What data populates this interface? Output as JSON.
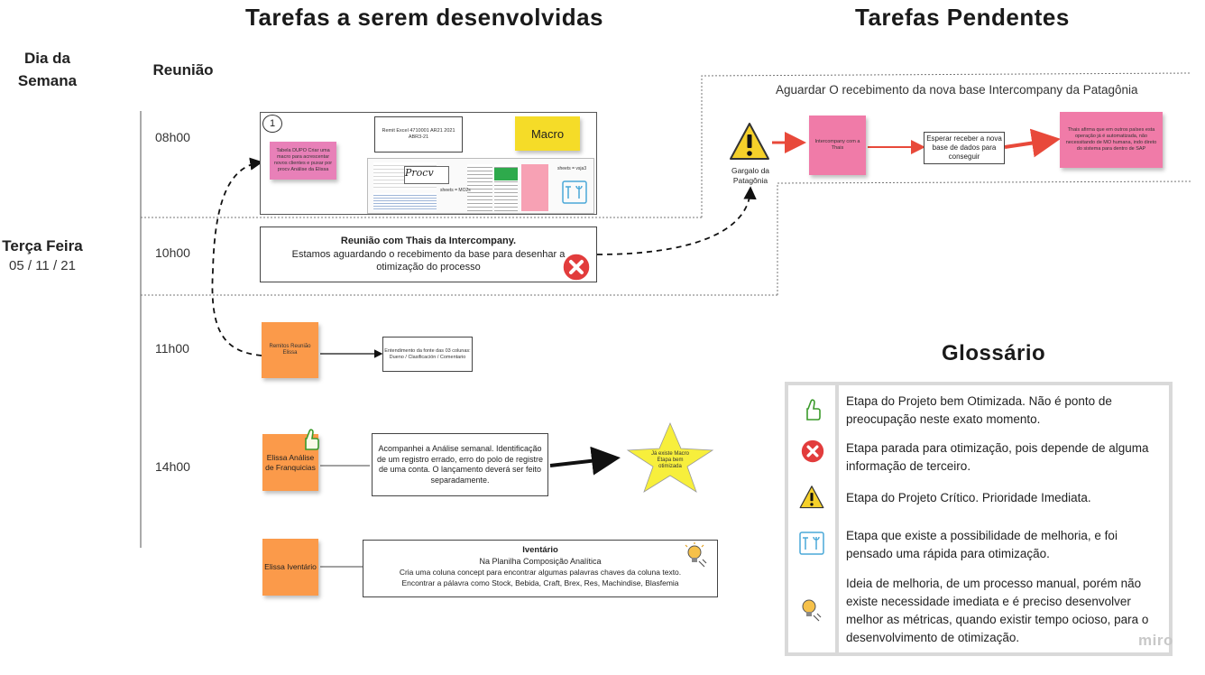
{
  "headers": {
    "main_title": "Tarefas a serem desenvolvidas",
    "pending_title": "Tarefas Pendentes",
    "day_of_week": "Dia da Semana",
    "meeting": "Reunião",
    "day": "Terça Feira",
    "date": "05 / 11 / 21"
  },
  "times": [
    "08h00",
    "10h00",
    "11h00",
    "14h00"
  ],
  "slot_0800": {
    "number": "1",
    "pink_note": "Tabela DUPO Criar uma macro para acrescentar novos clientes e puxar por procv Análise da Elissa",
    "remit_box": "Remit Excel 4710001 AR21 2021 ABR3-21",
    "macro_note": "Macro",
    "thumb_label_1": "sheets = vsja3",
    "thumb_label_2": "sheets = MO2s"
  },
  "slot_1000": {
    "title": "Reunião com Thais da Intercompany.",
    "body": "Estamos aguardando o recebimento da base para desenhar a otimização do processo"
  },
  "slot_1100": {
    "note": "Remitos Reunião Elissa",
    "box": "Entendimento da fonte das 03 colunas: Dueno / Clasificación / Comentario"
  },
  "slot_1400": {
    "note": "Elissa Análise de Franquicias",
    "box": "Acompanhei a Análise semanal. Identificação de um registro errado, erro do polo de registre de uma conta. O lançamento deverá ser feito separadamente.",
    "star": "Já existe Macro Etapa bem otimizada"
  },
  "slot_last": {
    "note": "Elissa Iventário",
    "title": "Iventário",
    "line1": "Na Planilha Composição Analítica",
    "line2": "Cria uma coluna concept para encontrar algumas palavras chaves da coluna texto.",
    "line3": "Encontrar a pálavra como Stock, Bebida, Craft, Brex, Res, Machindise, Blasfemia"
  },
  "pending": {
    "header": "Aguardar O recebimento da nova base Intercompany da Patagônia",
    "warning_label": "Gargalo da Patagônia",
    "note1": "Intercompany com a Thais",
    "box": "Esperar receber a nova base de dados para conseguir",
    "note2": "Thais afirma que em outros países esta operação já é automatizada, não necessitando de MO humana, indo direto do sistema para dentro de SAP"
  },
  "glossary": {
    "title": "Glossário",
    "items": [
      {
        "icon": "thumbs-up-icon",
        "text": "Etapa do Projeto bem Otimizada.  Não é ponto de preocupação neste exato momento."
      },
      {
        "icon": "error-icon",
        "text": "Etapa parada para otimização, pois depende de alguma informação de terceiro."
      },
      {
        "icon": "warning-icon",
        "text": "Etapa do Projeto Crítico. Prioridade Imediata."
      },
      {
        "icon": "tools-icon",
        "text": "Etapa que existe a possibilidade de melhoria, e foi pensado uma rápida para otimização."
      },
      {
        "icon": "idea-icon",
        "text": "Ideia de melhoria, de um processo manual, porém não existe necessidade imediata e é preciso desenvolver melhor as métricas, quando existir tempo ocioso, para o desenvolvimento de otimização."
      }
    ]
  },
  "brand": "miro",
  "colors": {
    "pink": "#f07ba8",
    "pink_light": "#e880b8",
    "orange": "#fb9a4a",
    "yellow": "#f5dc28",
    "red_arrow": "#e8493a",
    "star": "#f7ef3c",
    "glossary_border": "#d9d9d9"
  }
}
